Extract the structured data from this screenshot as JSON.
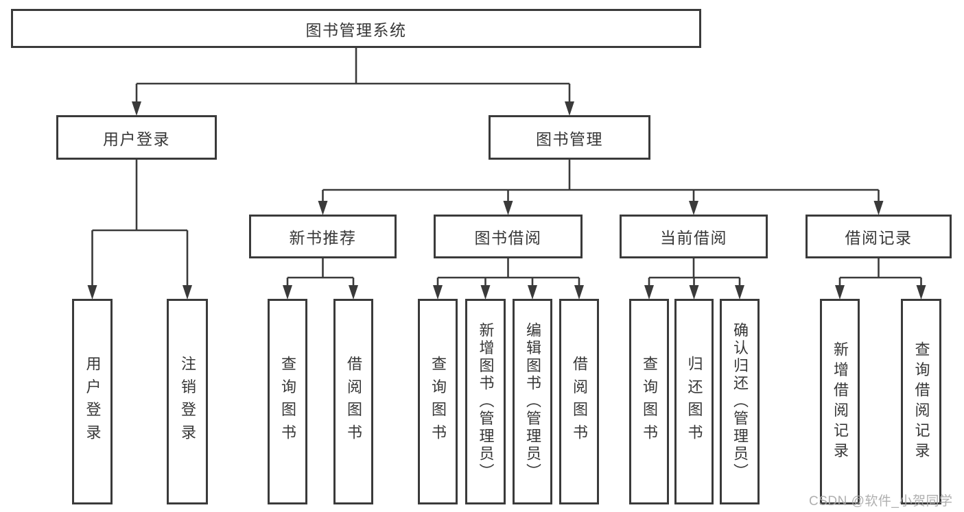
{
  "diagram": {
    "root": {
      "label": "图书管理系统"
    },
    "branches": [
      {
        "label": "用户登录",
        "children": [
          {
            "label": "用户登录"
          },
          {
            "label": "注销登录"
          }
        ]
      },
      {
        "label": "图书管理",
        "children": [
          {
            "label": "新书推荐",
            "children": [
              {
                "label": "查询图书"
              },
              {
                "label": "借阅图书"
              }
            ]
          },
          {
            "label": "图书借阅",
            "children": [
              {
                "label": "查询图书"
              },
              {
                "label": "新增图书（管理员）"
              },
              {
                "label": "编辑图书（管理员）"
              },
              {
                "label": "借阅图书"
              }
            ]
          },
          {
            "label": "当前借阅",
            "children": [
              {
                "label": "查询图书"
              },
              {
                "label": "归还图书"
              },
              {
                "label": "确认归还（管理员）"
              }
            ]
          },
          {
            "label": "借阅记录",
            "children": [
              {
                "label": "新增借阅记录"
              },
              {
                "label": "查询借阅记录"
              }
            ]
          }
        ]
      }
    ]
  },
  "watermark": "CSDN @软件_小贺同学",
  "colors": {
    "line": "#3a3a3a",
    "text": "#373737",
    "background": "#ffffff",
    "watermark": "#a8a8a8"
  }
}
